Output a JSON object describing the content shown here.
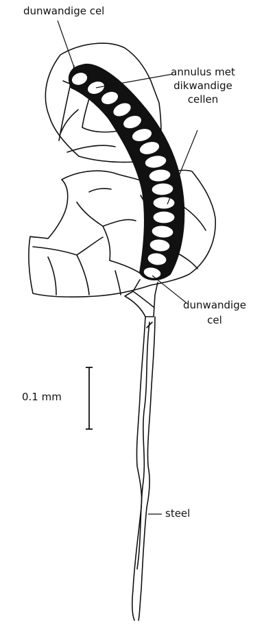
{
  "labels": {
    "top_left": "dunwandige cel",
    "annulus_1": "annulus met",
    "annulus_2": "dikwandige",
    "annulus_3": "cellen",
    "bottom_cell_1": "dunwandige",
    "bottom_cell_2": "cel",
    "scale": "0.1 mm",
    "stalk": "steel"
  },
  "colors": {
    "ink": "#111111",
    "annulus_fill": "#111111",
    "cell_fill": "#ffffff",
    "background": "#ffffff"
  }
}
